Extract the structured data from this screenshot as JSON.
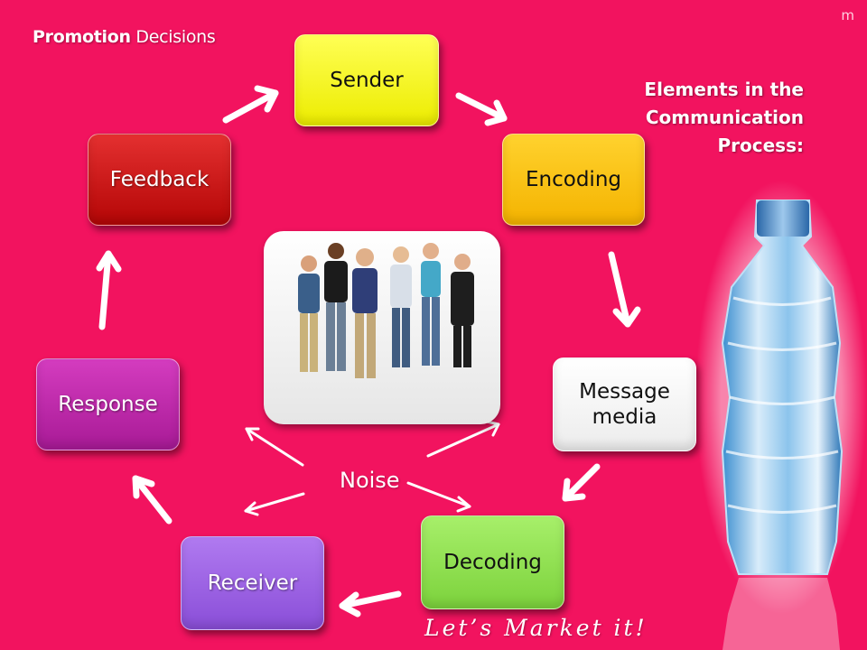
{
  "header": {
    "title_bold": "Promotion",
    "title_rest": " Decisions",
    "corner_mark": "m"
  },
  "side_title": {
    "line1": "Elements in the",
    "line2": "Communication",
    "line3": "Process:"
  },
  "diagram": {
    "sender": "Sender",
    "encoding": "Encoding",
    "message_line1": "Message",
    "message_line2": "media",
    "decoding": "Decoding",
    "receiver": "Receiver",
    "response": "Response",
    "feedback": "Feedback",
    "noise": "Noise"
  },
  "footer": {
    "tagline": "Let’s Market it!"
  },
  "colors": {
    "background": "#f2135f",
    "sender": "#ffff33",
    "encoding": "#ffc20e",
    "message": "#ffffff",
    "decoding": "#8ee04c",
    "receiver": "#9c62e4",
    "response": "#bd28a8",
    "feedback": "#c81010"
  },
  "icons": [
    "group-of-people-photo",
    "water-bottle-image"
  ]
}
